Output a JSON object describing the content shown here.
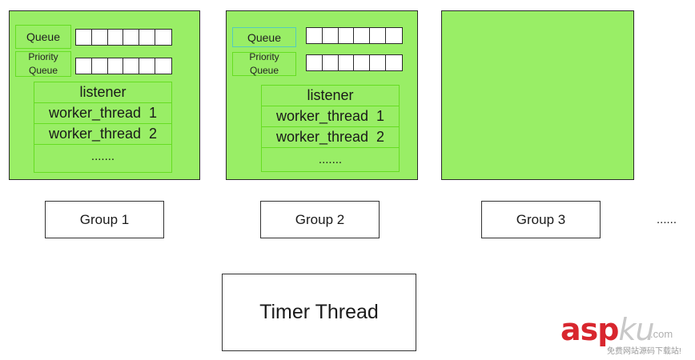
{
  "groups": [
    {
      "queue_label": "Queue",
      "priority_label_line1": "Priority",
      "priority_label_line2": "Queue",
      "rows": [
        "listener",
        "worker_thread  1",
        "worker_thread  2",
        "......."
      ],
      "title": "Group 1"
    },
    {
      "queue_label": "Queue",
      "priority_label_line1": "Priority",
      "priority_label_line2": "Queue",
      "rows": [
        "listener",
        "worker_thread  1",
        "worker_thread  2",
        "......."
      ],
      "title": "Group 2"
    },
    {
      "title": "Group 3"
    }
  ],
  "more_groups": "......",
  "timer_thread": "Timer Thread",
  "watermark": {
    "brand_asp": "asp",
    "brand_ku": "ku",
    "domain": ".com",
    "tagline": "免费网站源码下载站!"
  },
  "colors": {
    "group_fill": "#99ee66",
    "inner_border": "#66dd22",
    "watermark_red": "#d8262e"
  }
}
